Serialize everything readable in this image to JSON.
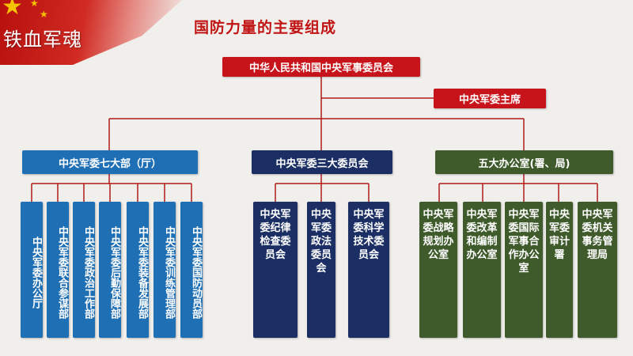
{
  "header": {
    "brand": "铁血军魂",
    "title": "国防力量的主要组成"
  },
  "top": {
    "commission": "中华人民共和国中央军事委员会",
    "chairman": "中央军委主席"
  },
  "groups": [
    {
      "label": "中央军委七大部（厅）",
      "color": "#1f6fb5",
      "items": [
        "中央军委办公厅",
        "中央军委联合参谋部",
        "中央军委政治工作部",
        "中央军委后勤保障部",
        "中央军委装备发展部",
        "中央军委训练管理部",
        "中央军委国防动员部"
      ]
    },
    {
      "label": "中央军委三大委员会",
      "color": "#1b2f64",
      "items": [
        "中央军委纪律检查委员会",
        "中央军委政法委员会",
        "中央军委科学技术委员会"
      ]
    },
    {
      "label": "五大办公室(署、局)",
      "color": "#3f5a2b",
      "items": [
        "中央军委战略规划办公室",
        "中央军委改革和编制办公室",
        "中央军委国际军事合作办公室",
        "中央军委审计署",
        "中央军委机关事务管理局"
      ]
    }
  ]
}
